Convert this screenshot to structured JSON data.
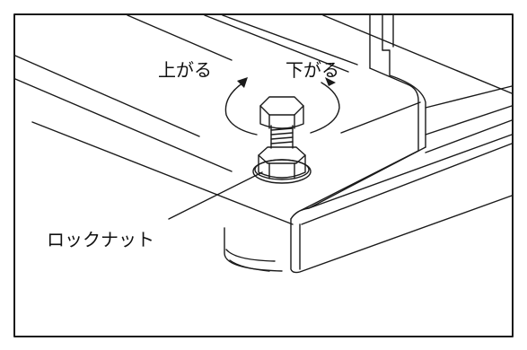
{
  "labels": {
    "raise": "上がる",
    "lower": "下がる",
    "lock_nut": "ロックナット"
  }
}
